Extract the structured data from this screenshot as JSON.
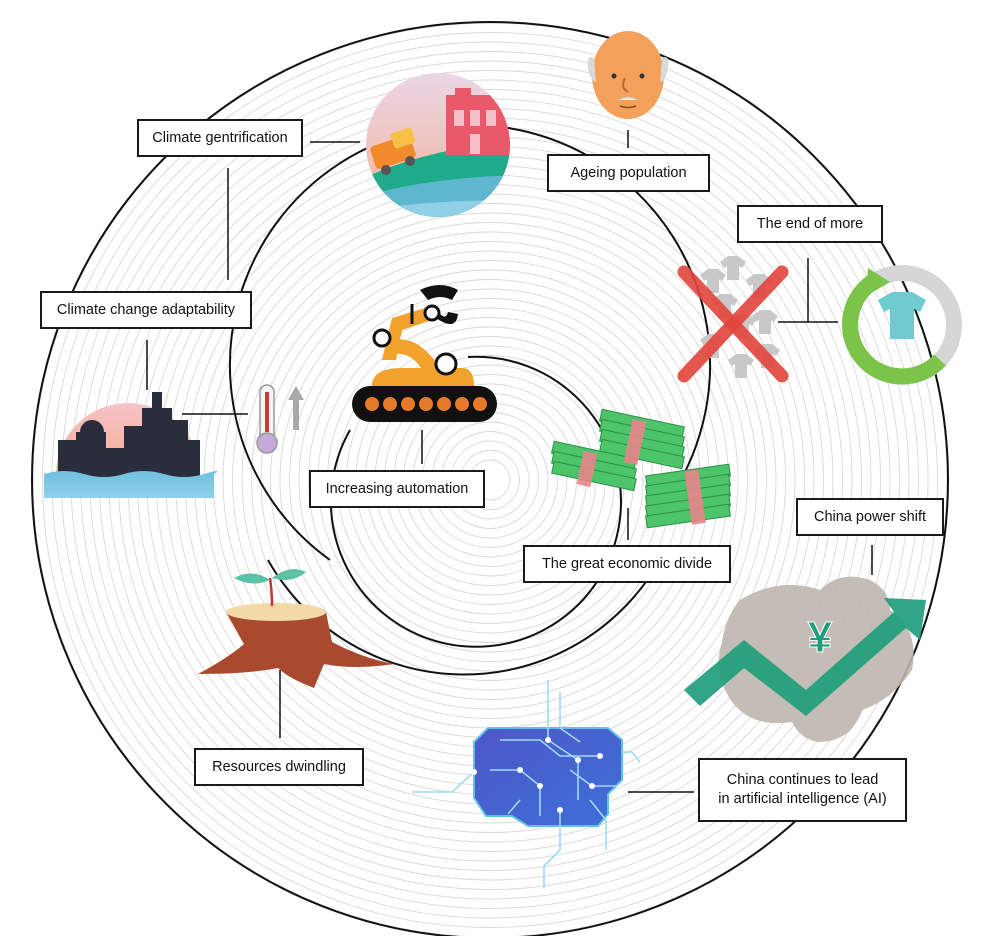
{
  "labels": {
    "climate_gentrification": "Climate gentrification",
    "ageing_population": "Ageing population",
    "end_of_more": "The end of more",
    "climate_change_adaptability": "Climate change adaptability",
    "increasing_automation": "Increasing automation",
    "great_economic_divide": "The great economic divide",
    "china_power_shift": "China power shift",
    "resources_dwindling": "Resources dwindling",
    "china_ai_line1": "China continues to lead",
    "china_ai_line2": "in artificial intelligence (AI)"
  },
  "icons": {
    "center": "robot-arm-icon",
    "money": "money-stack-icon",
    "elder": "elderly-face-icon",
    "recycle": "recycle-tshirt-icon",
    "crossed_clothes": "crossed-clothes-icon",
    "house": "flooded-house-icon",
    "city": "flooded-city-icon",
    "thermometer": "thermometer-icon",
    "stump": "tree-stump-icon",
    "brain": "circuit-brain-icon",
    "china_map": "china-map-arrow-icon",
    "yuan": "yuan-icon"
  },
  "colors": {
    "ring": "#111111",
    "thin_ring": "#d6d6d6",
    "automation_orange": "#f2a22a",
    "money_green": "#4cc46a",
    "china_teal": "#1f9e7c",
    "ai_blue": "#4a5bd1",
    "stump_red": "#a94a2e",
    "cross_red": "#e2453c"
  }
}
